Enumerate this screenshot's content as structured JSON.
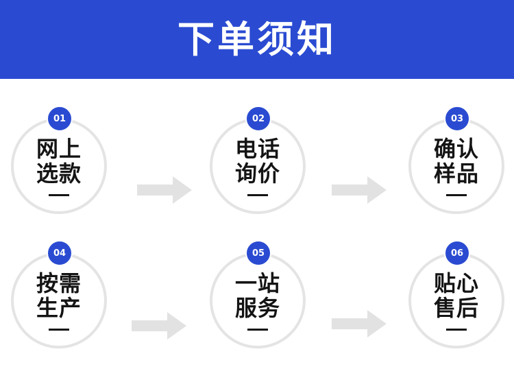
{
  "header": {
    "title": "下单须知"
  },
  "steps": [
    {
      "num": "01",
      "line1": "网上",
      "line2": "选款"
    },
    {
      "num": "02",
      "line1": "电话",
      "line2": "询价"
    },
    {
      "num": "03",
      "line1": "确认",
      "line2": "样品"
    },
    {
      "num": "04",
      "line1": "按需",
      "line2": "生产"
    },
    {
      "num": "05",
      "line1": "一站",
      "line2": "服务"
    },
    {
      "num": "06",
      "line1": "贴心",
      "line2": "售后"
    }
  ],
  "colors": {
    "accent": "#2a4bd1",
    "ring": "#e4e4e4",
    "arrow": "#e2e2e2",
    "text": "#141414"
  },
  "icons": {
    "arrow": "right-arrow-icon"
  }
}
